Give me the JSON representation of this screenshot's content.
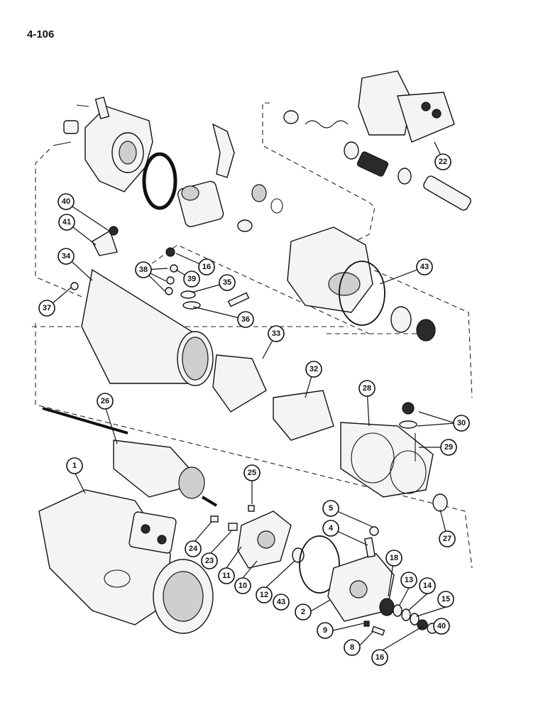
{
  "page_number": "4-106",
  "callouts": [
    "1",
    "2",
    "4",
    "5",
    "8",
    "9",
    "10",
    "11",
    "12",
    "13",
    "14",
    "15",
    "16",
    "16",
    "18",
    "22",
    "23",
    "24",
    "25",
    "26",
    "27",
    "28",
    "29",
    "30",
    "32",
    "33",
    "34",
    "35",
    "36",
    "37",
    "38",
    "39",
    "40",
    "40",
    "41",
    "43",
    "43"
  ]
}
